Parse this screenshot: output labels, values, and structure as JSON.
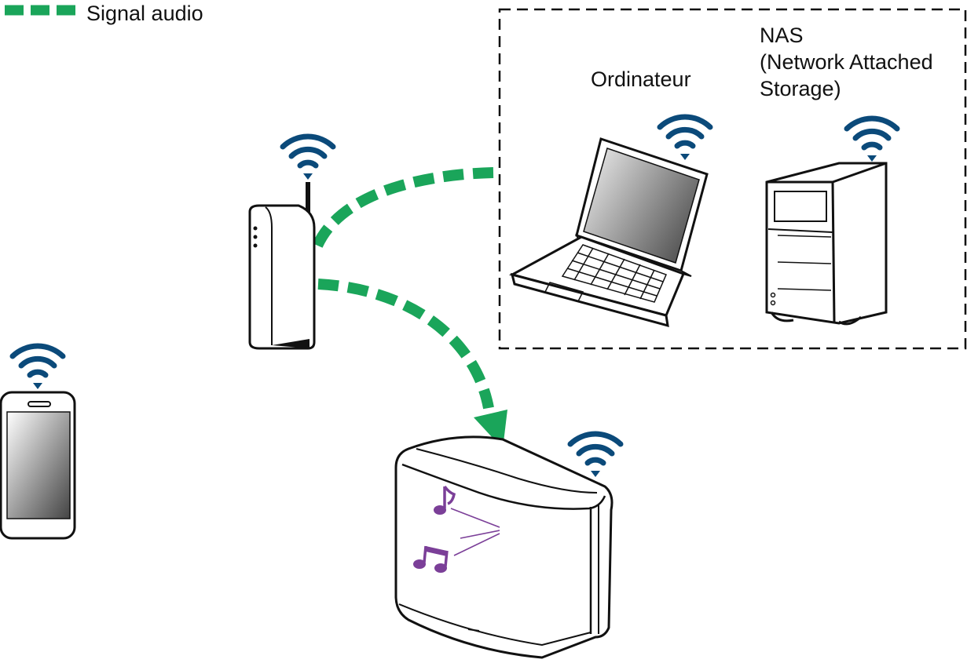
{
  "legend": {
    "label": "Signal audio",
    "line_color": "#1aa55a"
  },
  "devices": {
    "computer": {
      "label": "Ordinateur"
    },
    "nas": {
      "label_lines": [
        "NAS",
        "(Network Attached",
        "Storage)"
      ]
    }
  },
  "colors": {
    "signal": "#1aa55a",
    "wifi": "#0b4a7a",
    "music": "#7b3f98",
    "outline": "#111111"
  }
}
